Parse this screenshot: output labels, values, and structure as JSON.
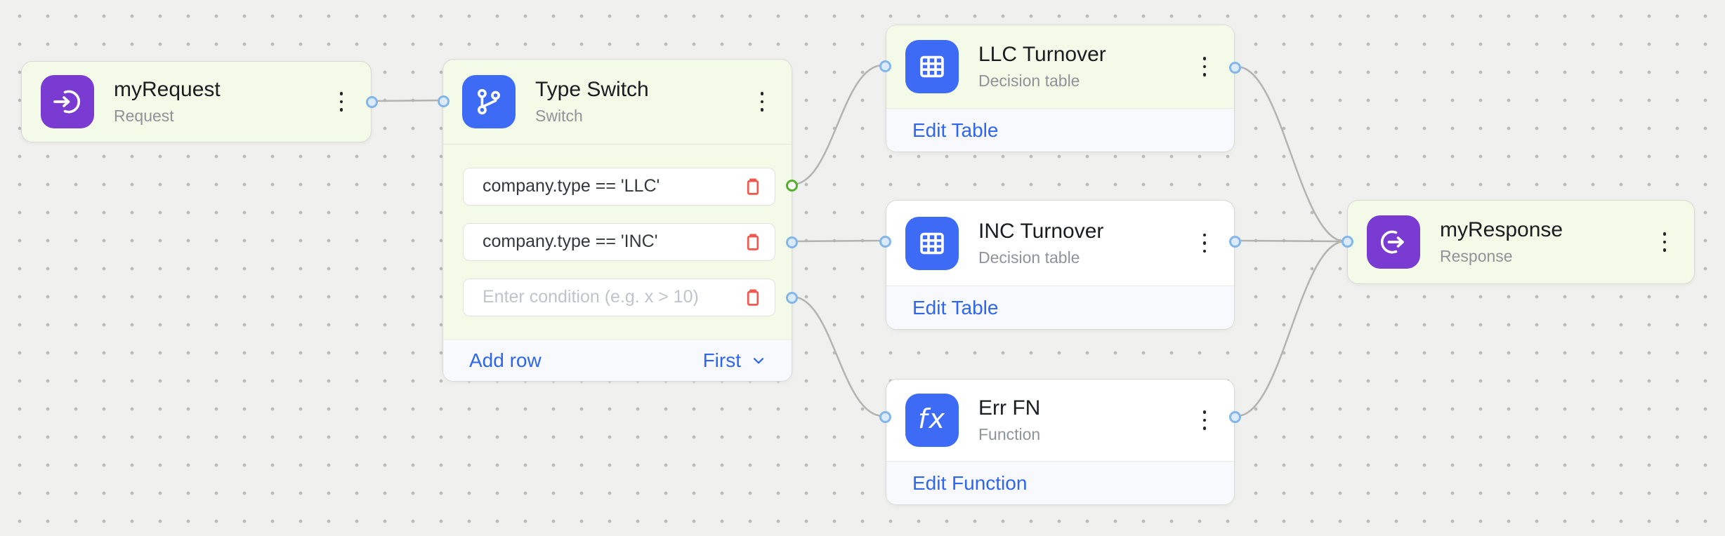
{
  "canvas": {
    "background_color": "#f0f0ee",
    "grid": "dot-grid"
  },
  "colors": {
    "executed_node_bg": "#f3fae7",
    "node_bg": "#ffffff",
    "accent_link_blue": "#2f66f0",
    "icon_blue": "#3d6bf5",
    "icon_purple": "#7a3bd2",
    "port_blue_border": "#83b7e9",
    "port_green_border": "#55b02b",
    "edge_gray": "#b3b3b0",
    "danger_red": "#f2564d"
  },
  "nodes": [
    {
      "id": "myRequest",
      "title": "myRequest",
      "subtitle": "Request",
      "icon": "request-login-arrow-icon",
      "highlighted": true
    },
    {
      "id": "typeSwitch",
      "title": "Type Switch",
      "subtitle": "Switch",
      "icon": "branch-switch-icon",
      "highlighted": true,
      "rows": [
        {
          "value": "company.type == 'LLC'"
        },
        {
          "value": "company.type == 'INC'"
        },
        {
          "value": "",
          "placeholder": "Enter condition (e.g. x > 10)"
        }
      ],
      "footer": {
        "add_row_label": "Add row",
        "mode_label": "First"
      }
    },
    {
      "id": "llcTurnover",
      "title": "LLC Turnover",
      "subtitle": "Decision table",
      "icon": "decision-table-icon",
      "action_label": "Edit Table",
      "highlighted": true
    },
    {
      "id": "incTurnover",
      "title": "INC Turnover",
      "subtitle": "Decision table",
      "icon": "decision-table-icon",
      "action_label": "Edit Table",
      "highlighted": false
    },
    {
      "id": "errFn",
      "title": "Err FN",
      "subtitle": "Function",
      "icon": "function-fx-icon",
      "fx_glyph": "fx",
      "action_label": "Edit Function",
      "highlighted": false
    },
    {
      "id": "myResponse",
      "title": "myResponse",
      "subtitle": "Response",
      "icon": "response-logout-arrow-icon",
      "highlighted": true
    }
  ],
  "edges": [
    {
      "from": "myRequest",
      "to": "typeSwitch"
    },
    {
      "from": "typeSwitch.row1",
      "to": "llcTurnover"
    },
    {
      "from": "typeSwitch.row2",
      "to": "incTurnover"
    },
    {
      "from": "typeSwitch.row3",
      "to": "errFn"
    },
    {
      "from": "llcTurnover",
      "to": "myResponse"
    },
    {
      "from": "incTurnover",
      "to": "myResponse"
    },
    {
      "from": "errFn",
      "to": "myResponse"
    }
  ]
}
